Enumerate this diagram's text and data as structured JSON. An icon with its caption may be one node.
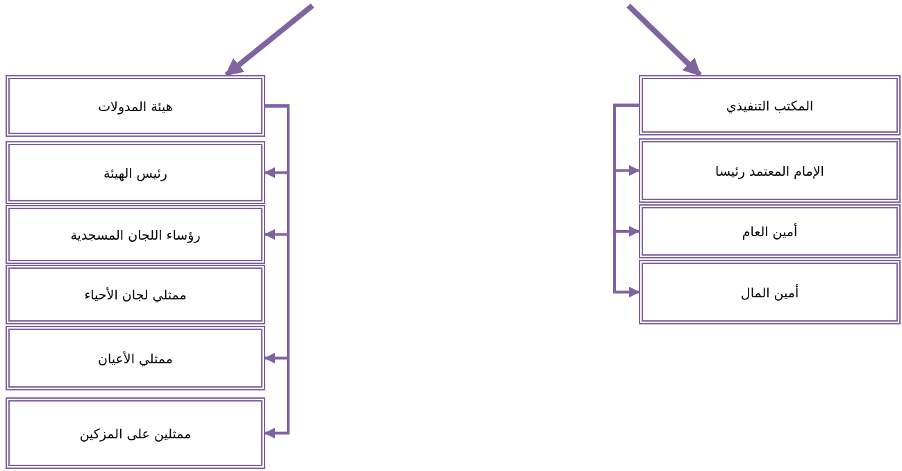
{
  "diagram": {
    "nodes": [
      {
        "text": [
          "هيئة المدولات"
        ]
      },
      {
        "text": [
          "رئيس الهيئة"
        ]
      },
      {
        "text": [
          "رؤساء اللجان المسجدية"
        ]
      },
      {
        "text": [
          "ممثلي لجان الأحياء"
        ]
      },
      {
        "text": [
          "ممثلي الأعيان"
        ]
      },
      {
        "text": [
          "ممثلين على المزكين"
        ]
      },
      {
        "text": [
          "المكتب التنفيذي"
        ]
      },
      {
        "text": [
          "الإمام المعتمد رئيسا"
        ]
      },
      {
        "text": [
          "أمين العام"
        ]
      },
      {
        "text": [
          "أمين المال"
        ]
      }
    ],
    "edges": [
      {
        "from": null,
        "to": 0,
        "arrow": "to",
        "style": "thick"
      },
      {
        "from": null,
        "to": 6,
        "arrow": "to",
        "style": "thick"
      },
      {
        "from": 0,
        "to": 1,
        "arrow": "to"
      },
      {
        "from": 0,
        "to": 2,
        "arrow": "to"
      },
      {
        "from": 0,
        "to": 4,
        "arrow": "to"
      },
      {
        "from": 0,
        "to": 5,
        "arrow": "to"
      },
      {
        "from": 6,
        "to": 7,
        "arrow": "to"
      },
      {
        "from": 6,
        "to": 8,
        "arrow": "to"
      },
      {
        "from": 6,
        "to": 9,
        "arrow": "to"
      }
    ]
  }
}
